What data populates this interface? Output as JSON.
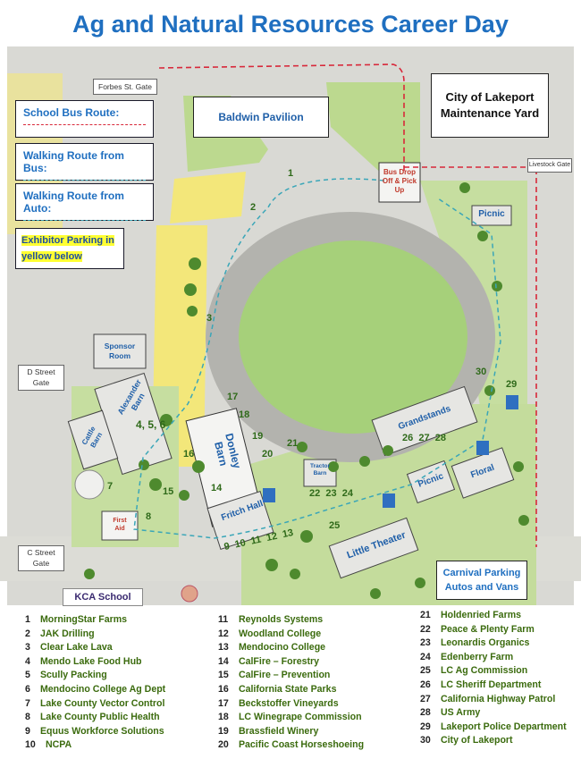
{
  "title": "Ag and Natural Resources Career Day",
  "legend": {
    "school_bus": "School Bus Route:",
    "walking_bus": "Walking Route from Bus:",
    "walking_auto": "Walking Route from Auto:",
    "exhibitor": "Exhibitor Parking in yellow below"
  },
  "gates": {
    "forbes": "Forbes St. Gate",
    "livestock": "Livestock Gate",
    "d_street": "D Street Gate",
    "c_street": "C Street Gate"
  },
  "buildings": {
    "baldwin": "Baldwin Pavilion",
    "maintenance": "City of Lakeport Maintenance Yard",
    "bus_drop": "Bus Drop Off & Pick Up",
    "picnic_top": "Picnic",
    "sponsor": "Sponsor Room",
    "alexander": "Alexander Barn",
    "alexander_nums": "4, 5, 6",
    "cattle": "Cattle Barn",
    "donley": "Donley Barn",
    "grandstands": "Grandstands",
    "tractor": "Tractor Barn",
    "fritch": "Fritch Hall",
    "first_aid": "First Aid",
    "little_theater": "Little Theater",
    "picnic_bottom": "Picnic",
    "floral": "Floral",
    "kca": "KCA School",
    "carnival": "Carnival Parking Autos and Vans"
  },
  "map_numbers": {
    "n1": "1",
    "n2": "2",
    "n3": "3",
    "n7": "7",
    "n8": "8",
    "n9_13": "9  10  11  12  13",
    "n14": "14",
    "n15": "15",
    "n16": "16",
    "n17": "17",
    "n18": "18",
    "n19": "19",
    "n20": "20",
    "n21": "21",
    "n22_24": "22  23  24",
    "n25": "25",
    "n26_28": "26  27  28",
    "n29": "29",
    "n30": "30"
  },
  "exhibitors": [
    {
      "num": "1",
      "name": "MorningStar Farms"
    },
    {
      "num": "2",
      "name": "JAK Drilling"
    },
    {
      "num": "3",
      "name": "Clear Lake Lava"
    },
    {
      "num": "4",
      "name": "Mendo Lake Food Hub"
    },
    {
      "num": "5",
      "name": "Scully Packing"
    },
    {
      "num": "6",
      "name": "Mendocino College Ag Dept"
    },
    {
      "num": "7",
      "name": "Lake County Vector Control"
    },
    {
      "num": "8",
      "name": "Lake County Public Health"
    },
    {
      "num": "9",
      "name": "Equus Workforce Solutions"
    },
    {
      "num": "10",
      "name": "NCPA"
    },
    {
      "num": "11",
      "name": "Reynolds Systems"
    },
    {
      "num": "12",
      "name": "Woodland College"
    },
    {
      "num": "13",
      "name": "Mendocino College"
    },
    {
      "num": "14",
      "name": "CalFire – Forestry"
    },
    {
      "num": "15",
      "name": "CalFire – Prevention"
    },
    {
      "num": "16",
      "name": "California State Parks"
    },
    {
      "num": "17",
      "name": "Beckstoffer Vineyards"
    },
    {
      "num": "18",
      "name": "LC Winegrape Commission"
    },
    {
      "num": "19",
      "name": "Brassfield Winery"
    },
    {
      "num": "20",
      "name": "Pacific Coast Horseshoeing"
    },
    {
      "num": "21",
      "name": "Holdenried Farms"
    },
    {
      "num": "22",
      "name": "Peace & Plenty Farm"
    },
    {
      "num": "23",
      "name": "Leonardis Organics"
    },
    {
      "num": "24",
      "name": "Edenberry Farm"
    },
    {
      "num": "25",
      "name": "LC Ag Commission"
    },
    {
      "num": "26",
      "name": "LC Sheriff Department"
    },
    {
      "num": "27",
      "name": "California Highway Patrol"
    },
    {
      "num": "28",
      "name": "US Army"
    },
    {
      "num": "29",
      "name": "Lakeport Police Department"
    },
    {
      "num": "30",
      "name": "City of Lakeport"
    }
  ],
  "colors": {
    "title": "#1f6fc0",
    "bus_route": "#d8283a",
    "walk_route": "#3aa6b8",
    "exhibitor_parking": "#f2e46a",
    "grass": "#b9d98f"
  }
}
